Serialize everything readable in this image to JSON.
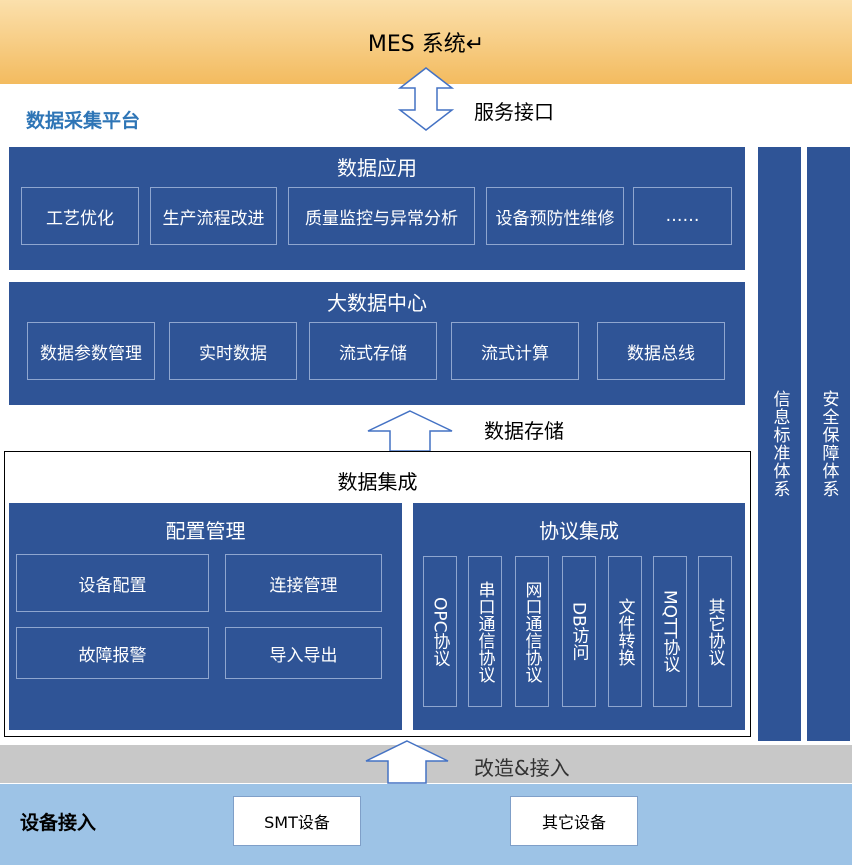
{
  "colors": {
    "mes_band": "#f7c878",
    "navy": "#2f5496",
    "bottom_band": "#9dc3e6",
    "gray_band": "#c8c8c8",
    "platform_label": "#2e75b6"
  },
  "mes": {
    "title": "MES 系统↵"
  },
  "service_interface": "服务接口",
  "platform_label": "数据采集平台",
  "data_application": {
    "title": "数据应用",
    "items": [
      "工艺优化",
      "生产流程改进",
      "质量监控与异常分析",
      "设备预防性维修",
      "……"
    ]
  },
  "big_data_center": {
    "title": "大数据中心",
    "items": [
      "数据参数管理",
      "实时数据",
      "流式存储",
      "流式计算",
      "数据总线"
    ]
  },
  "data_storage": "数据存储",
  "data_integration": {
    "title": "数据集成"
  },
  "config_management": {
    "title": "配置管理",
    "items": [
      "设备配置",
      "连接管理",
      "故障报警",
      "导入导出"
    ]
  },
  "protocol_integration": {
    "title": "协议集成",
    "protocols": [
      "OPC协议",
      "串口通信协议",
      "网口通信协议",
      "DB访问",
      "文件转换",
      "MQTT协议",
      "其它协议"
    ]
  },
  "side_columns": [
    "信息标准体系",
    "安全保障体系"
  ],
  "retrofit_access": "改造&接入",
  "device_access": {
    "label": "设备接入",
    "devices": [
      "SMT设备",
      "其它设备"
    ]
  }
}
